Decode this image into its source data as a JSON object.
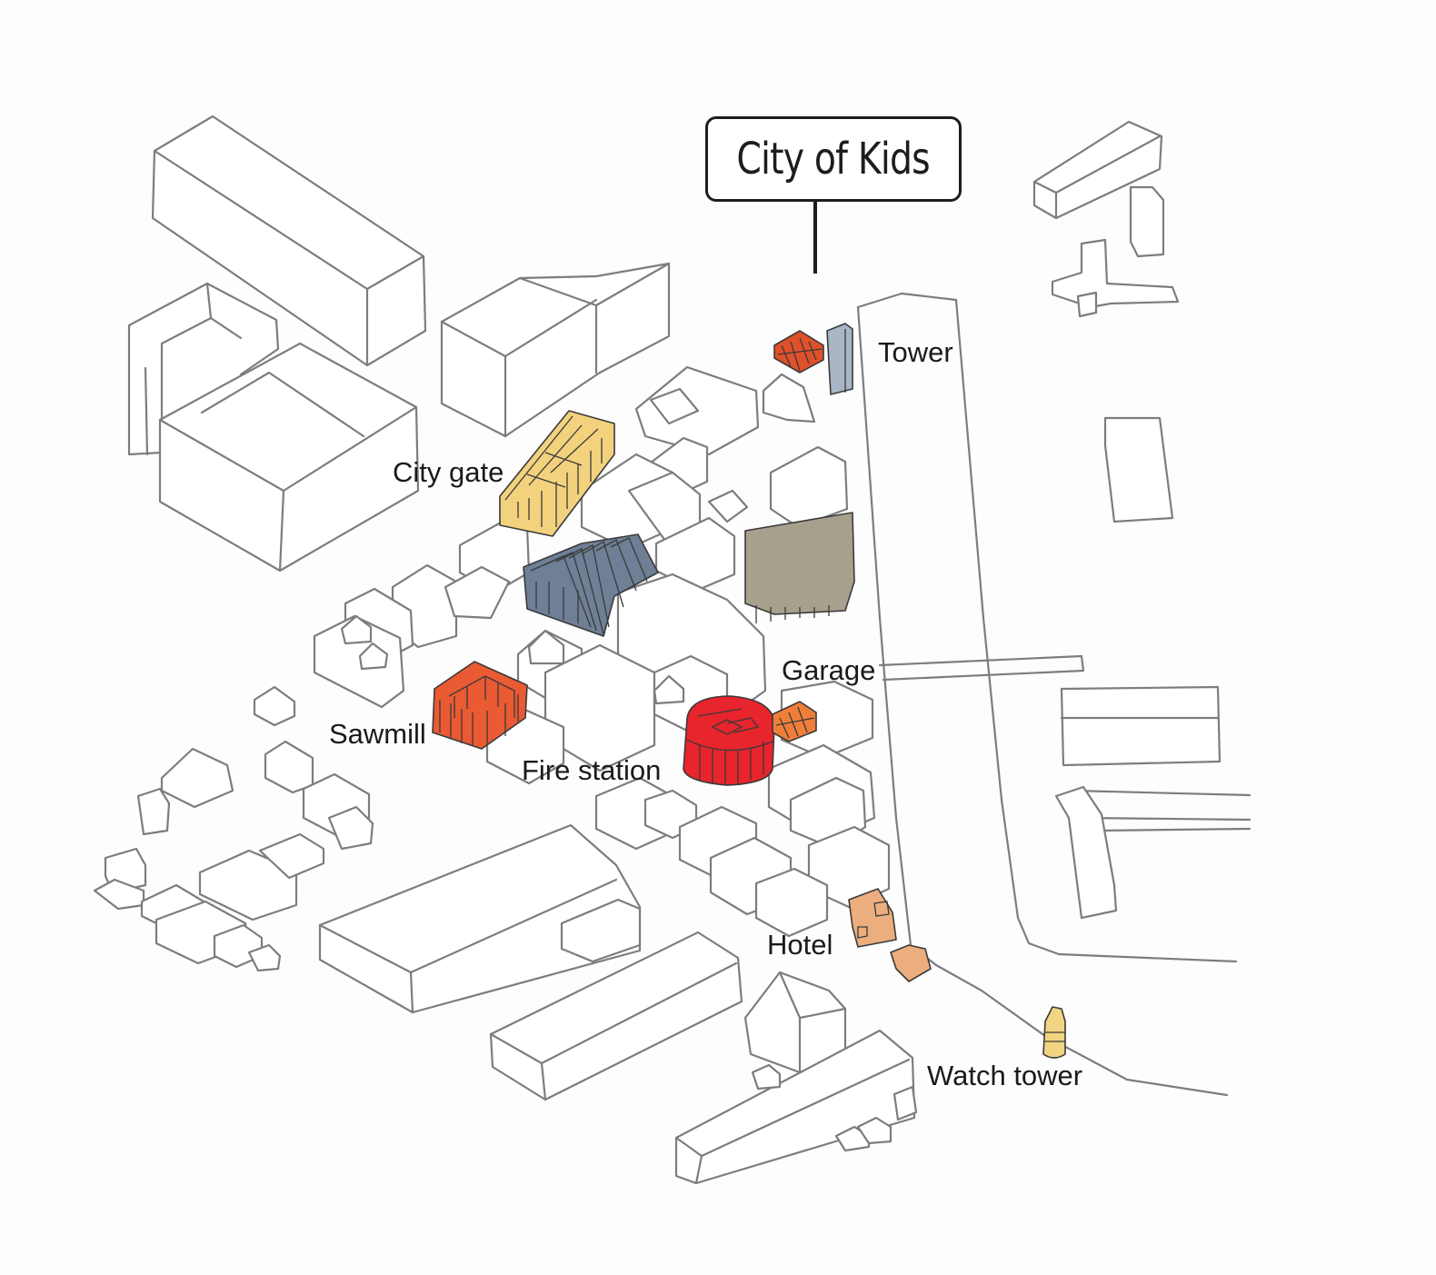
{
  "title": "City of Kids",
  "labels": {
    "tower": "Tower",
    "city_gate": "City gate",
    "garage": "Garage",
    "sawmill": "Sawmill",
    "fire_station": "Fire station",
    "hotel": "Hotel",
    "watch_tower": "Watch tower"
  },
  "colors": {
    "background": "#fdfdfd",
    "outline": "#7b7d80",
    "tower": "#a9b6c6",
    "tower_side_block": "#e0502a",
    "city_gate": "#f3d27d",
    "slate_roof": "#6e7f96",
    "garage": "#a7a08d",
    "sawmill": "#ea5a33",
    "fire_station": "#e8242c",
    "fire_station_annex": "#ef7e3a",
    "hotel": "#ecae7e",
    "watch_tower": "#f2d582"
  }
}
